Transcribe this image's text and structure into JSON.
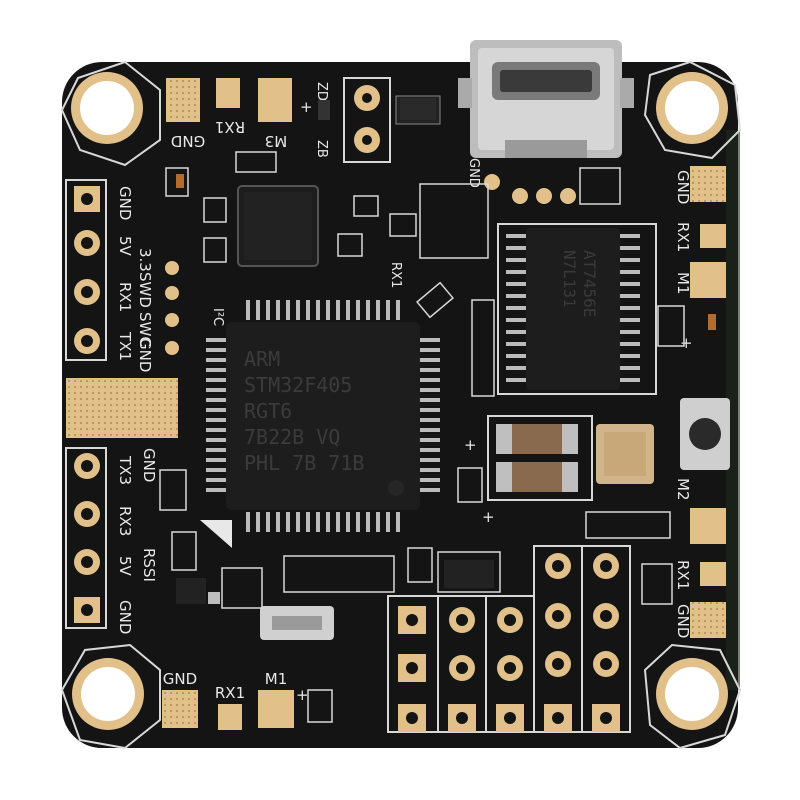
{
  "board": {
    "colors": {
      "pcb": "#141414",
      "silkscreen": "#e8e8e8",
      "gold": "#e2c08a",
      "chip": "#1d1d1d",
      "usb_metal": "#c9c9c9"
    },
    "usb_port": "micro-usb-connector",
    "left_labels": {
      "gnd": "GND",
      "v5": "5V",
      "v33": "3.3",
      "swd": "SWD",
      "rx1": "RX1",
      "swc": "SWC",
      "tx1": "TX1",
      "gnd2": "GND"
    },
    "left_lower_labels": {
      "tx3": "TX3",
      "gnd": "GND",
      "rx3": "RX3",
      "rssi": "RSSI",
      "v5": "5V",
      "gnd2": "GND"
    },
    "top_labels": {
      "gnd": "GND",
      "rx1": "RX1",
      "m3": "M3",
      "plus": "+",
      "zd": "ZD",
      "zb": "ZB",
      "gnd_usb": "GND"
    },
    "right_labels": {
      "gnd": "GND",
      "rx1": "RX1",
      "m1": "M1",
      "m2": "M2",
      "rx1b": "RX1",
      "gnd2": "GND"
    },
    "bottom_labels": {
      "gnd": "GND",
      "rx1": "RX1",
      "m1": "M1"
    },
    "mcu": {
      "logo": "ARM",
      "line1": "STM32F405",
      "line2": "RGT6",
      "line3": "7B22B VQ",
      "line4": "PHL 7B 71B"
    },
    "driver_chip": {
      "line1": "AT7456E",
      "line2": "N7L131"
    },
    "misc_marks": {
      "rx1_mid": "RX1",
      "i2c": "I²C",
      "plus_a": "+",
      "plus_b": "+",
      "plus_c": "+",
      "plus_d": "+"
    }
  }
}
